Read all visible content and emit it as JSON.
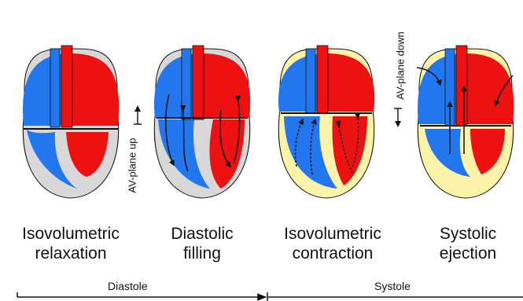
{
  "panels": [
    {
      "line1": "Isovolumetric",
      "line2": "relaxation"
    },
    {
      "line1": "Diastolic",
      "line2": "filling"
    },
    {
      "line1": "Isovolumetric",
      "line2": "contraction"
    },
    {
      "line1": "Systolic",
      "line2": "ejection"
    }
  ],
  "labels": {
    "av_up": "AV-plane up",
    "av_down": "AV-plane down"
  },
  "phases": {
    "diastole": "Diastole",
    "systole": "Systole"
  },
  "colors": {
    "blood_red": "#ee1111",
    "blood_blue": "#2277ee",
    "relaxed_wall": "#d8d8d8",
    "contracting_wall": "#fbf3a8",
    "outline": "#111111"
  }
}
